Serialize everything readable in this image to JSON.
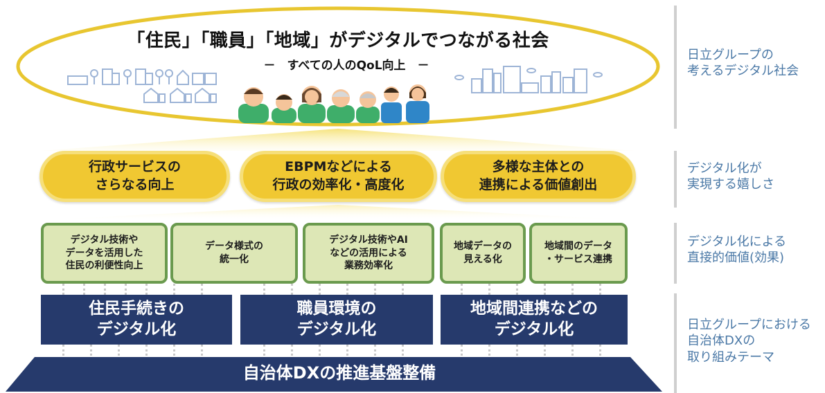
{
  "vision": {
    "title": "「住民」「職員」「地域」がデジタルでつながる社会",
    "subtitle": "－　すべての人のQoL向上　－"
  },
  "values": {
    "items": [
      {
        "label": "行政サービスの\nさらなる向上"
      },
      {
        "label": "EBPMなどによる\n行政の効率化・高度化"
      },
      {
        "label": "多様な主体との\n連携による価値創出"
      }
    ]
  },
  "effects": {
    "items": [
      {
        "label": "デジタル技術や\nデータを活用した\n住民の利便性向上"
      },
      {
        "label": "データ様式の\n統一化"
      },
      {
        "label": "デジタル技術やAI\nなどの活用による\n業務効率化"
      },
      {
        "label": "地域データの\n見える化"
      },
      {
        "label": "地域間のデータ\n・サービス連携"
      }
    ]
  },
  "themes": {
    "items": [
      {
        "label": "住民手続きの\nデジタル化"
      },
      {
        "label": "職員環境の\nデジタル化"
      },
      {
        "label": "地域間連携などの\nデジタル化"
      }
    ]
  },
  "foundation": {
    "label": "自治体DXの推進基盤整備"
  },
  "side_labels": {
    "vision": "日立グループの\n考えるデジタル社会",
    "values": "デジタル化が\n実現する嬉しさ",
    "effects": "デジタル化による\n直接的価値(効果)",
    "themes": "日立グループにおける\n自治体DXの\n取り組みテーマ"
  },
  "colors": {
    "gold": "#f0c832",
    "green_fill": "#dde7b6",
    "green_border": "#6a9a4e",
    "navy": "#263a6c",
    "side_text": "#4a78a6"
  },
  "icons": [
    "city-skyline-left",
    "family-people",
    "city-skyline-right"
  ]
}
